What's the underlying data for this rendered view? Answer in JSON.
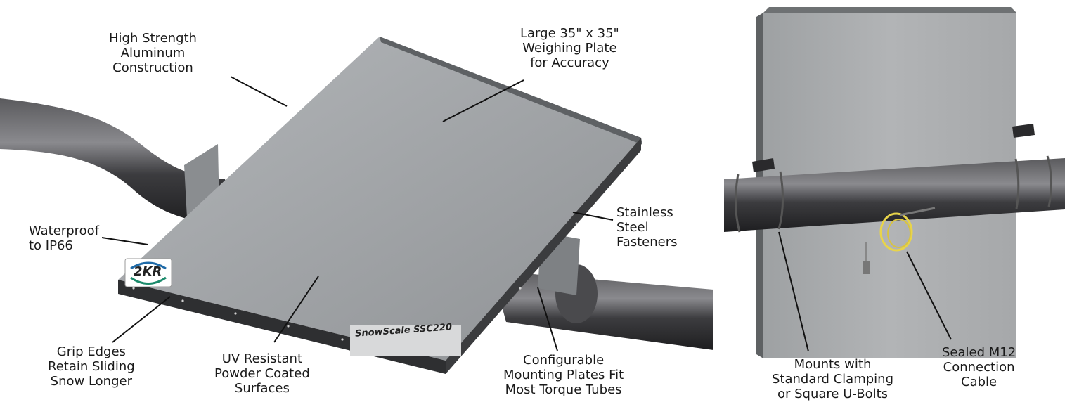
{
  "left_panel": {
    "logo_text": "2KR",
    "model_label": "SnowScale SSC220",
    "callouts": {
      "aluminum": [
        "High Strength",
        "Aluminum",
        "Construction"
      ],
      "plate": [
        "Large 35\" x 35\"",
        "Weighing Plate",
        "for Accuracy"
      ],
      "waterproof": [
        "Waterproof",
        "to IP66"
      ],
      "fasteners": [
        "Stainless",
        "Steel",
        "Fasteners"
      ],
      "grip": [
        "Grip Edges",
        "Retain Sliding",
        "Snow Longer"
      ],
      "uv": [
        "UV Resistant",
        "Powder Coated",
        "Surfaces"
      ],
      "mounting": [
        "Configurable",
        "Mounting Plates Fit",
        "Most Torque Tubes"
      ]
    }
  },
  "right_panel": {
    "callouts": {
      "mounts": [
        "Mounts with",
        "Standard Clamping",
        "or Square U-Bolts"
      ],
      "cable": [
        "Sealed M12",
        "Connection",
        "Cable"
      ]
    }
  },
  "colors": {
    "plate": "#9fa2a5",
    "tube": "#3a3a3c",
    "edge": "#2a2a2c",
    "cable": "#e8d44a"
  }
}
